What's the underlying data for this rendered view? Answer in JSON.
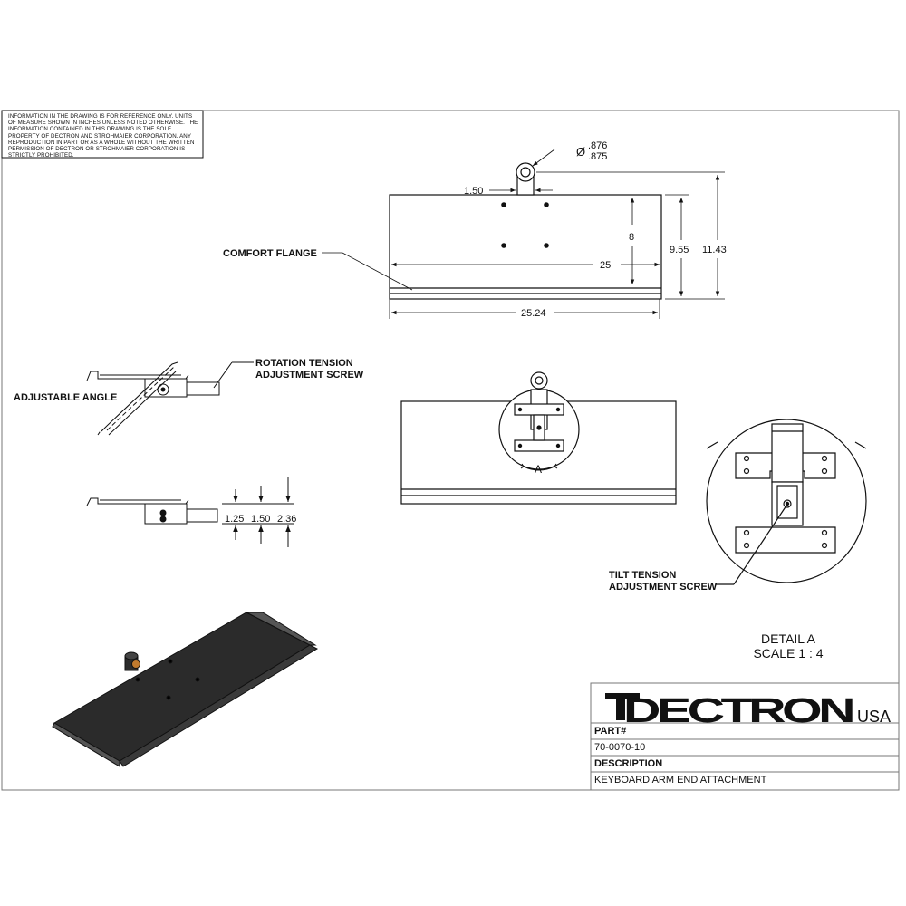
{
  "notice_text": "INFORMATION IN THE DRAWING IS FOR REFERENCE ONLY. UNITS OF MEASURE SHOWN IN INCHES UNLESS NOTED OTHERWISE. THE INFORMATION CONTAINED IN THIS DRAWING IS THE SOLE PROPERTY OF DECTRON AND STROHMAIER CORPORATION. ANY REPRODUCTION IN PART OR AS A WHOLE WITHOUT THE WRITTEN PERMISSION OF DECTRON OR STROHMAIER CORPORATION IS STRICTLY PROHIBITED.",
  "dimensions": {
    "diameter_symbol": "Ø",
    "hole_upper": ".876",
    "hole_lower": ".875",
    "offset": "1.50",
    "inner_height": "8",
    "inner_width": "25",
    "overall_width": "25.24",
    "body_height": "9.55",
    "total_height": "11.43",
    "side_a": "1.25",
    "side_b": "1.50",
    "side_c": "2.36"
  },
  "callouts": {
    "comfort_flange": "COMFORT FLANGE",
    "rotation_tension_line1": "ROTATION TENSION",
    "rotation_tension_line2": "ADJUSTMENT SCREW",
    "adjustable_angle": "ADJUSTABLE ANGLE",
    "tilt_tension_line1": "TILT TENSION",
    "tilt_tension_line2": "ADJUSTMENT SCREW",
    "detail_marker": "A"
  },
  "detail": {
    "title": "DETAIL A",
    "scale": "SCALE 1 : 4"
  },
  "title_block": {
    "logo_text": "DECTRON",
    "logo_suffix": "USA",
    "part_label": "PART#",
    "part_number": "70-0070-10",
    "description_label": "DESCRIPTION",
    "description": "KEYBOARD ARM END ATTACHMENT"
  },
  "colors": {
    "line": "#111111",
    "tray_fill": "#2b2b2b",
    "grey_fill": "#d9d9d9"
  }
}
